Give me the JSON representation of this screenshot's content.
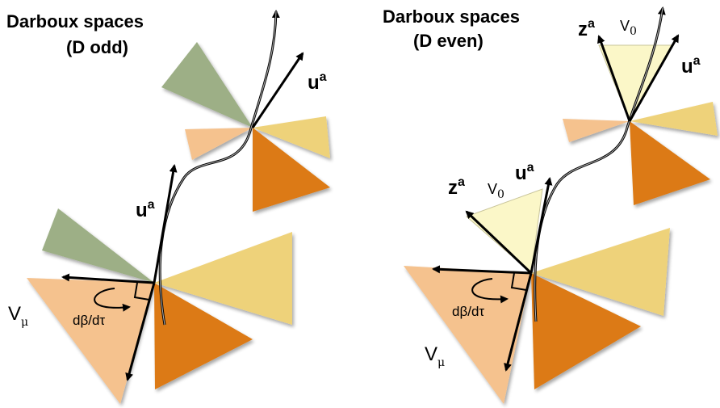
{
  "panels": {
    "left": {
      "title_line1": "Darboux spaces",
      "title_line2": "(D odd)",
      "u_upper": "u",
      "u_upper_sup": "a",
      "u_lower": "u",
      "u_lower_sup": "a",
      "v_mu": "V",
      "v_mu_sub": "μ",
      "rate": "dβ/dτ"
    },
    "right": {
      "title_line1": "Darboux spaces",
      "title_line2": "(D even)",
      "z_upper": "z",
      "z_upper_sup": "a",
      "v0_upper": "V",
      "v0_upper_sub": "0",
      "u_upper": "u",
      "u_upper_sup": "a",
      "z_lower": "z",
      "z_lower_sup": "a",
      "v0_lower": "V",
      "v0_lower_sub": "0",
      "u_lower": "u",
      "u_lower_sup": "a",
      "v_mu": "V",
      "v_mu_sub": "μ",
      "rate": "dβ/dτ"
    }
  },
  "colors": {
    "green": "#9daf86",
    "peach": "#f5c28e",
    "yellow": "#eed27a",
    "orange": "#dc7a12",
    "pale_yellow": "#fbf7c8",
    "ink": "#000000"
  }
}
